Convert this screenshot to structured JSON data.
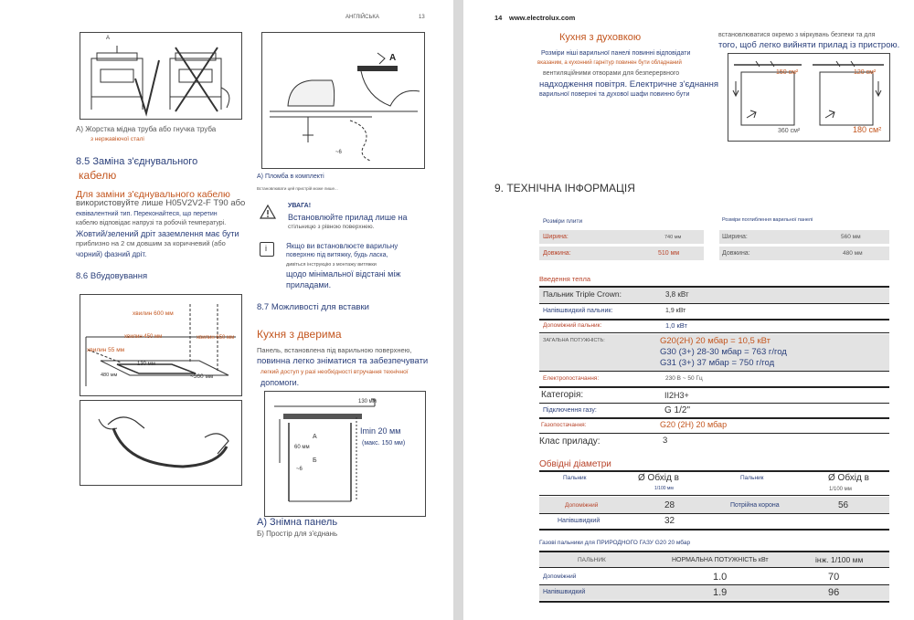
{
  "left": {
    "header_section": "АНГЛІЙСЬКА",
    "header_page": "13",
    "fig1_label_a": "A",
    "fig1_caption_1": "A) Жорстка мідна труба або гнучка труба",
    "fig1_caption_2": "з нержавіючої сталі",
    "fig2_label_a": "A",
    "fig2_dim": "~6",
    "fig2_caption": "A) Пломба в комплекті",
    "fig2_small": "Встановлювати цей пристрій може лише...",
    "s85_title_1": "8.5 Заміна з'єднувального",
    "s85_title_2": "кабелю",
    "s85_p1": "Для заміни з'єднувального кабелю",
    "s85_p2": "використовуйте лише H05V2V2-F T90 або",
    "s85_p3": "еквівалентний тип. Переконайтеся, що перетин",
    "s85_p4": "кабелю відповідає напрузі та робочій температурі.",
    "s85_p5": "Жовтий/зелений дріт заземлення має бути",
    "s85_p6": "приблизно на 2 см довшим за коричневий (або",
    "s85_p7": "чорний) фазний дріт.",
    "warn_title": "УВАГА!",
    "warn_1": "Встановлюйте прилад лише на",
    "warn_2": "стільницю з рівною поверхнею.",
    "info_1": "Якщо ви встановлюєте варильну",
    "info_2": "поверхню під витяжку, будь ласка,",
    "info_3": "дивіться інструкцію з монтажу витяжки",
    "info_4": "щодо мінімальної відстані між",
    "info_5": "приладами.",
    "s86_title": "8.6 Вбудовування",
    "fig3_d1": "хвилин 600 мм",
    "fig3_d2": "хвилин 450 мм",
    "fig3_d3": "хвилин 55 мм",
    "fig3_d4": "хвилин 650 мм",
    "fig3_d5": "130 мм",
    "fig3_d6": "480 мм",
    "fig3_d7": "~560 мм",
    "s87_title": "8.7 Можливості для вставки",
    "kitchen_door_title": "Кухня з дверима",
    "kd_p1": "Панель, встановлена під варильною поверхнею,",
    "kd_p2": "повинна легко зніматися та забезпечувати",
    "kd_p3": "легкий доступ у разі необхідності втручання технічної",
    "kd_p4": "допомоги.",
    "fig4_d1": "130 мм",
    "fig4_d2": "A",
    "fig4_d3": "60 мм",
    "fig4_d4": "Б",
    "fig4_d5": "~6",
    "fig4_min1": "Imin 20 мм",
    "fig4_min2": "(макс. 150 мм)",
    "fig4_cap_a": "A) Знімна панель",
    "fig4_cap_b": "Б) Простір для з'єднань"
  },
  "right": {
    "header_page": "14",
    "header_url": "www.electrolux.com",
    "oven_title": "Кухня з духовкою",
    "oven_p1": "Розміри ніші варильної панелі повинні відповідати",
    "oven_p2": "вказаним, а кухонний гарнітур повинен бути обладнаний",
    "oven_p3": "вентиляційними отворами для безперервного",
    "oven_p4": "надходження повітря. Електричне з'єднання",
    "oven_p5": "варильної поверхні та духової шафи повинно бути",
    "oven_r1": "встановлюватися окремо з міркувань безпеки та для",
    "oven_r2": "того, щоб легко вийняти прилад із пристрою.",
    "fig5_a": "150 см²",
    "fig5_b": "120 см²",
    "fig5_c": "360 см²",
    "fig5_d": "180 см²",
    "s9_title": "9. ТЕХНІЧНА ІНФОРМАЦІЯ",
    "dim_title_l": "Розміри плити",
    "dim_title_r": "Розміри поглиблення варильної панелі",
    "dim_width_l": "Ширина:",
    "dim_width_lv": "740 мм",
    "dim_len_l": "Довжина:",
    "dim_len_lv": "510 мм",
    "dim_width_r": "Ширина:",
    "dim_width_rv": "560 мм",
    "dim_len_r": "Довжина:",
    "dim_len_rv": "480 мм",
    "heat_title": "Введення тепла",
    "h_triple": "Пальник Triple Crown:",
    "h_triple_v": "3,8 кВт",
    "h_semi": "Напівшвидкий пальник:",
    "h_semi_v": "1,9 кВт",
    "h_aux": "Допоміжний пальник:",
    "h_aux_v": "1,0 кВт",
    "h_total": "ЗАГАЛЬНА ПОТУЖНІСТЬ:",
    "h_total_1": "G20(2H) 20 мбар = 10,5 кВт",
    "h_total_2": "G30 (3+) 28-30 мбар = 763 г/год",
    "h_total_3": "G31 (3+) 37 мбар = 750 г/год",
    "h_elec": "Електропостачання:",
    "h_elec_v": "230 В ~ 50 Гц",
    "h_cat": "Категорія:",
    "h_cat_v": "II2H3+",
    "h_gas": "Підключення газу:",
    "h_gas_v": "G 1/2\"",
    "h_supply": "Газопостачання:",
    "h_supply_v": "G20 (2H) 20 мбар",
    "h_class": "Клас приладу:",
    "h_class_v": "3",
    "bypass_title": "Обвідні діаметри",
    "bp_h1": "Пальник",
    "bp_h2": "Ø Обхід в",
    "bp_h2b": "1/100 мм",
    "bp_h3": "Пальник",
    "bp_h4": "Ø Обхід в",
    "bp_h4b": "1/100 мм",
    "bp_r1a": "Допоміжний",
    "bp_r1b": "28",
    "bp_r1c": "Потрійна корона",
    "bp_r1d": "56",
    "bp_r2a": "Напівшвидкий",
    "bp_r2b": "32",
    "gas_title": "Газові пальники для ПРИРОДНОГО ГАЗУ G20 20 мбар",
    "gt_h1": "ПАЛЬНИК",
    "gt_h2": "НОРМАЛЬНА ПОТУЖНІСТЬ кВт",
    "gt_h3": "інж. 1/100 мм",
    "gt_r1a": "Допоміжний",
    "gt_r1b": "1.0",
    "gt_r1c": "70",
    "gt_r2a": "Напівшвидкий",
    "gt_r2b": "1.9",
    "gt_r2c": "96"
  }
}
